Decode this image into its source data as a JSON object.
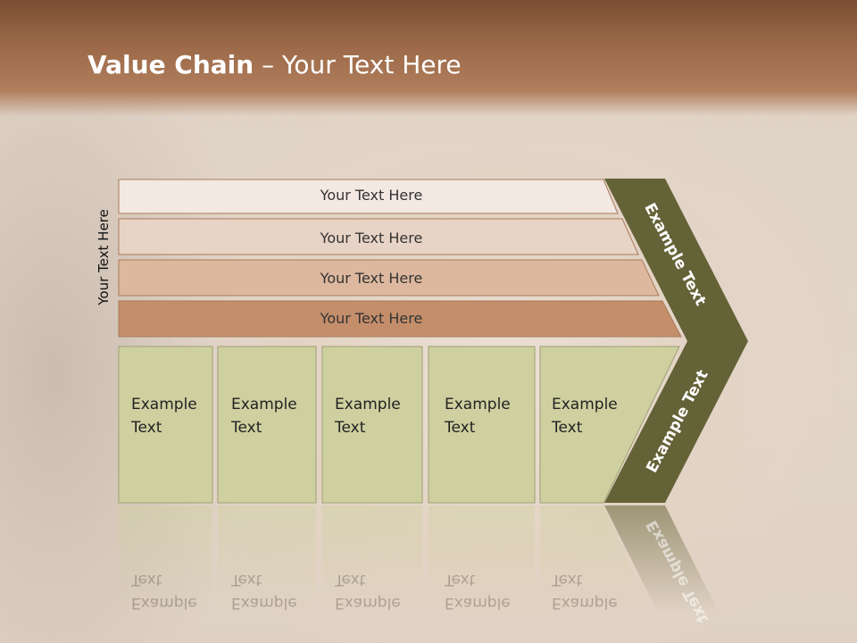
{
  "title": {
    "bold": "Value Chain",
    "rest": " – Your Text Here"
  },
  "side_label": "Your Text Here",
  "rows": [
    {
      "label": "Your Text Here",
      "fill": "#f3e8e2"
    },
    {
      "label": "Your Text Here",
      "fill": "#e8d4c6"
    },
    {
      "label": "Your Text Here",
      "fill": "#ddb89e"
    },
    {
      "label": "Your Text Here",
      "fill": "#c48e6b"
    }
  ],
  "columns": [
    {
      "line1": "Example",
      "line2": "Text"
    },
    {
      "line1": "Example",
      "line2": "Text"
    },
    {
      "line1": "Example",
      "line2": "Text"
    },
    {
      "line1": "Example",
      "line2": "Text"
    },
    {
      "line1": "Example",
      "line2": "Text"
    }
  ],
  "chevron": {
    "upper": "Example Text",
    "lower": "Example Text",
    "fill": "#646237"
  },
  "colors": {
    "column_fill": "#cfd0a0",
    "header": "#9c6a49"
  }
}
